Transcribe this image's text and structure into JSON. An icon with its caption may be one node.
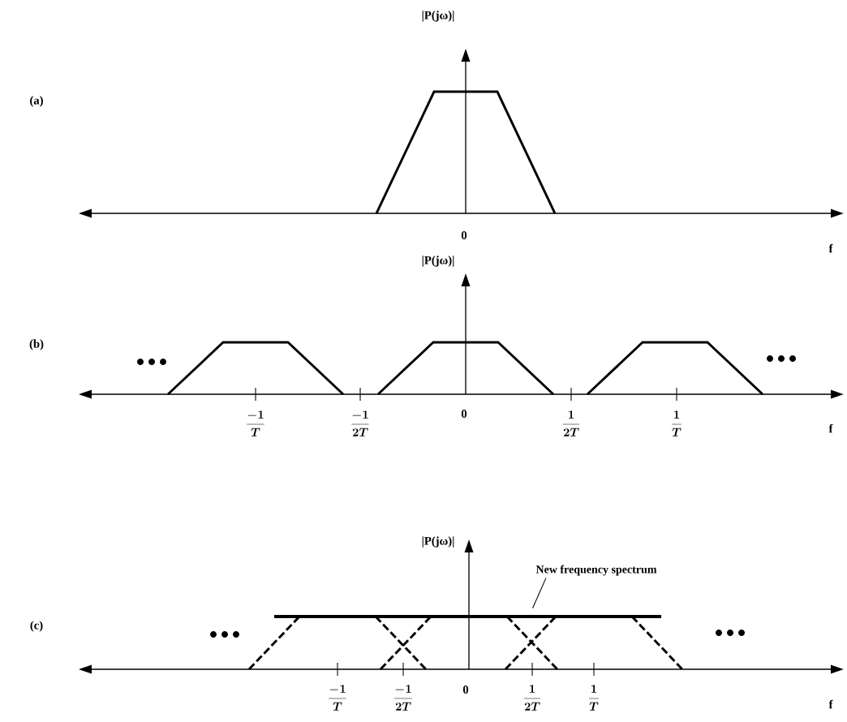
{
  "diagram": {
    "nodes": [
      {
        "text": [
          "New frequency spectrum"
        ]
      },
      {
        "text": [],
        "shape": "bar"
      }
    ],
    "edges": [
      {
        "from": 0,
        "to": 1,
        "arrow": "none"
      }
    ],
    "labels": [
      "|P(jω)|",
      "(a)",
      "0",
      "f",
      "|P(jω)|",
      "(b)",
      "\\frac{-1}{T}",
      "\\frac{-1}{2T}",
      "0",
      "\\frac{1}{2T}",
      "\\frac{1}{T}",
      "f",
      "|P(jω)|",
      "(c)",
      "\\frac{-1}{T}",
      "\\frac{-1}{2T}",
      "0",
      "\\frac{1}{2T}",
      "\\frac{1}{T}",
      "f"
    ]
  }
}
